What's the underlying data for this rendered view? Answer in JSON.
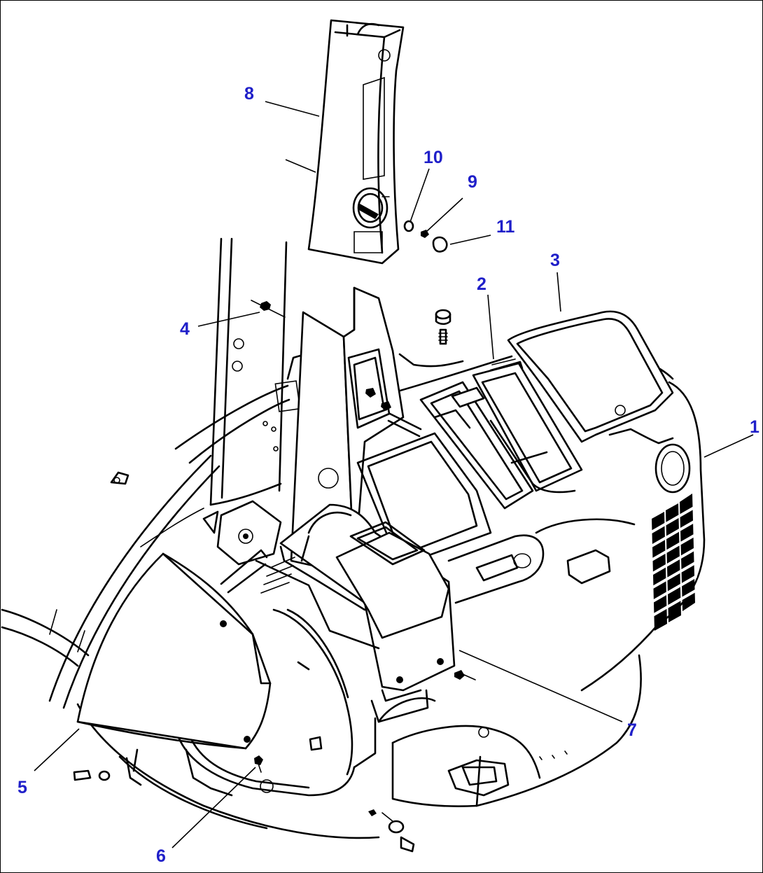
{
  "callouts": [
    {
      "id": "1",
      "label": "1"
    },
    {
      "id": "2",
      "label": "2"
    },
    {
      "id": "3",
      "label": "3"
    },
    {
      "id": "4",
      "label": "4"
    },
    {
      "id": "5",
      "label": "5"
    },
    {
      "id": "6",
      "label": "6"
    },
    {
      "id": "7",
      "label": "7"
    },
    {
      "id": "8",
      "label": "8"
    },
    {
      "id": "9",
      "label": "9"
    },
    {
      "id": "10",
      "label": "10"
    },
    {
      "id": "11",
      "label": "11"
    }
  ],
  "colors": {
    "callout_text": "#1f1fc9",
    "line": "#000000",
    "background": "#ffffff"
  }
}
